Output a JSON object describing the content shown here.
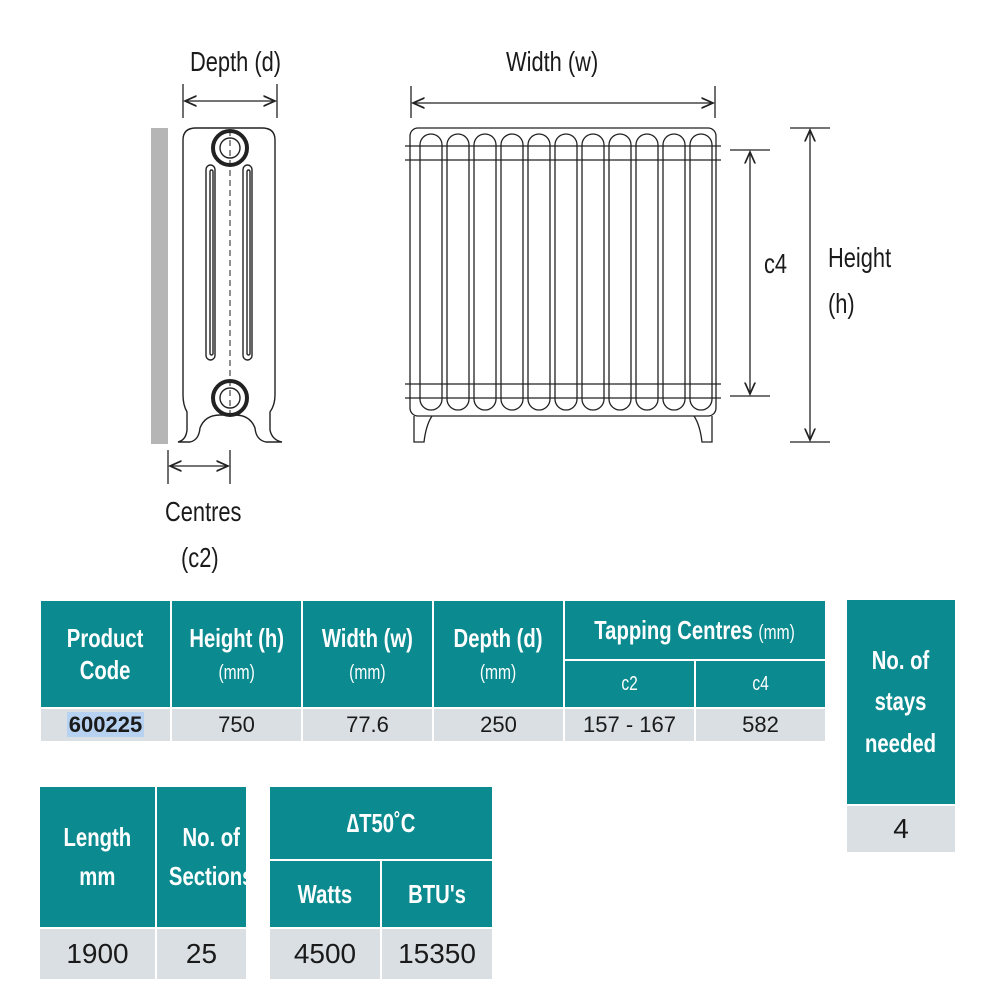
{
  "labels": {
    "depth": "Depth (d)",
    "width": "Width (w)",
    "centres": "Centres",
    "centres_sub": "(c2)",
    "c4": "c4",
    "height": "Height",
    "height_sub": "(h)"
  },
  "spec_table": {
    "col_product": "Product",
    "col_code": "Code",
    "col_height": "Height (h)",
    "col_width": "Width (w)",
    "col_depth": "Depth (d)",
    "unit_mm": "(mm)",
    "col_tapping": "Tapping Centres",
    "col_c2": "c2",
    "col_c4": "c4",
    "row": {
      "code": "600225",
      "height": "750",
      "width": "77.6",
      "depth": "250",
      "c2": "157 - 167",
      "c4": "582"
    }
  },
  "stays_table": {
    "line1": "No. of",
    "line2": "stays",
    "line3": "needed",
    "value": "4"
  },
  "length_table": {
    "col_length": "Length",
    "col_length_unit": "mm",
    "col_sections_1": "No. of",
    "col_sections_2": "Sections",
    "length": "1900",
    "sections": "25"
  },
  "output_table": {
    "delta": "∆T50˚C",
    "col_watts": "Watts",
    "col_btu": "BTU's",
    "watts": "4500",
    "btu": "15350"
  },
  "colors": {
    "header_teal": "#0b8a8f",
    "value_grey": "#d9dfe3",
    "wall_grey": "#b5b5b5"
  }
}
